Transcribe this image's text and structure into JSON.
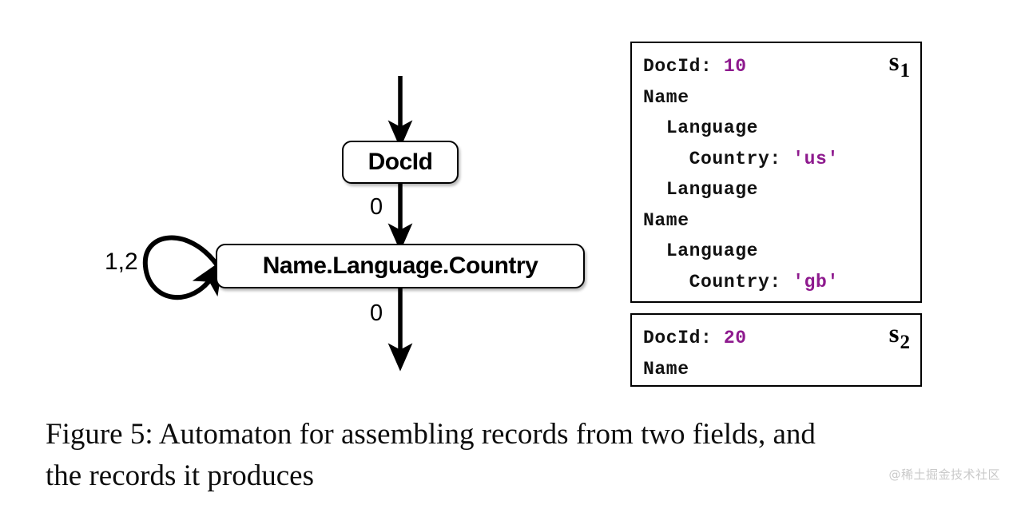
{
  "figure": {
    "caption_line1": "Figure 5:  Automaton for assembling records from two fields, and",
    "caption_line2": "the records it produces"
  },
  "watermark": {
    "text": "@稀土掘金技术社区"
  },
  "colors": {
    "value_purple": "#8e1a8e",
    "stroke_black": "#000000",
    "background": "#ffffff",
    "watermark_gray": "#c9c9c9"
  },
  "automaton": {
    "type": "finite-state-automaton",
    "nodes": [
      {
        "id": "docid",
        "label": "DocId"
      },
      {
        "id": "nlc",
        "label": "Name.Language.Country"
      }
    ],
    "edges": [
      {
        "id": "start",
        "from": "",
        "to": "docid",
        "label": ""
      },
      {
        "id": "docid-to-nlc",
        "from": "docid",
        "to": "nlc",
        "label": "0"
      },
      {
        "id": "nlc-self-loop",
        "from": "nlc",
        "to": "nlc",
        "label": "1,2"
      },
      {
        "id": "nlc-to-end",
        "from": "nlc",
        "to": "",
        "label": "0"
      }
    ],
    "edge_labels": {
      "top_zero": "0",
      "bottom_zero": "0",
      "self_loop": "1,2"
    }
  },
  "records": [
    {
      "tag": "s",
      "tag_sub": "1",
      "lines": [
        {
          "indent": 0,
          "key": "DocId: ",
          "value": "10"
        },
        {
          "indent": 0,
          "key": "Name",
          "value": ""
        },
        {
          "indent": 2,
          "key": "Language",
          "value": ""
        },
        {
          "indent": 4,
          "key": "Country: ",
          "value": "'us'"
        },
        {
          "indent": 2,
          "key": "Language",
          "value": ""
        },
        {
          "indent": 0,
          "key": "Name",
          "value": ""
        },
        {
          "indent": 2,
          "key": "Language",
          "value": ""
        },
        {
          "indent": 4,
          "key": "Country: ",
          "value": "'gb'"
        }
      ]
    },
    {
      "tag": "s",
      "tag_sub": "2",
      "lines": [
        {
          "indent": 0,
          "key": "DocId: ",
          "value": "20"
        },
        {
          "indent": 0,
          "key": "Name",
          "value": ""
        }
      ]
    }
  ]
}
